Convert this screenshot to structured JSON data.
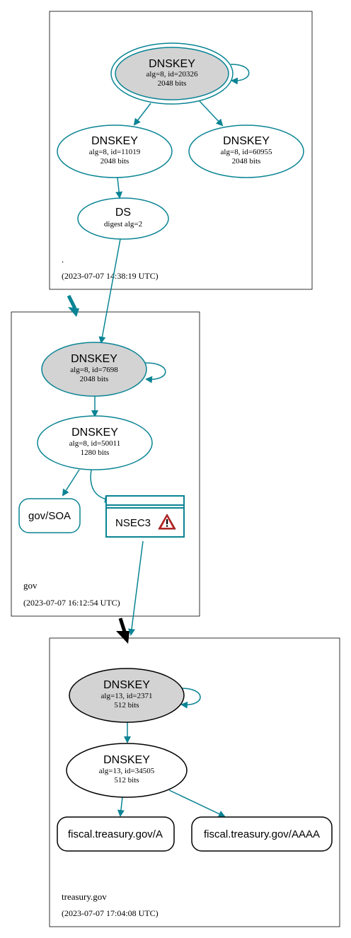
{
  "colors": {
    "teal": "#0a8494",
    "black": "#000000",
    "ksk_fill": "#d3d3d3",
    "warning_red": "#c62828"
  },
  "zones": [
    {
      "name": ".",
      "timestamp": "(2023-07-07 14:38:19 UTC)"
    },
    {
      "name": "gov",
      "timestamp": "(2023-07-07 16:12:54 UTC)"
    },
    {
      "name": "treasury.gov",
      "timestamp": "(2023-07-07 17:04:08 UTC)"
    }
  ],
  "nodes": {
    "root_ksk": {
      "title": "DNSKEY",
      "line1": "alg=8, id=20326",
      "line2": "2048 bits"
    },
    "root_zsk1": {
      "title": "DNSKEY",
      "line1": "alg=8, id=11019",
      "line2": "2048 bits"
    },
    "root_zsk2": {
      "title": "DNSKEY",
      "line1": "alg=8, id=60955",
      "line2": "2048 bits"
    },
    "gov_ds": {
      "title": "DS",
      "line1": "digest alg=2"
    },
    "gov_ksk": {
      "title": "DNSKEY",
      "line1": "alg=8, id=7698",
      "line2": "2048 bits"
    },
    "gov_zsk": {
      "title": "DNSKEY",
      "line1": "alg=8, id=50011",
      "line2": "1280 bits"
    },
    "gov_soa": {
      "title": "gov/SOA"
    },
    "gov_nsec3": {
      "title": "NSEC3"
    },
    "treasury_ksk": {
      "title": "DNSKEY",
      "line1": "alg=13, id=2371",
      "line2": "512 bits"
    },
    "treasury_zsk": {
      "title": "DNSKEY",
      "line1": "alg=13, id=34505",
      "line2": "512 bits"
    },
    "rr_a": {
      "title": "fiscal.treasury.gov/A"
    },
    "rr_aaaa": {
      "title": "fiscal.treasury.gov/AAAA"
    }
  }
}
